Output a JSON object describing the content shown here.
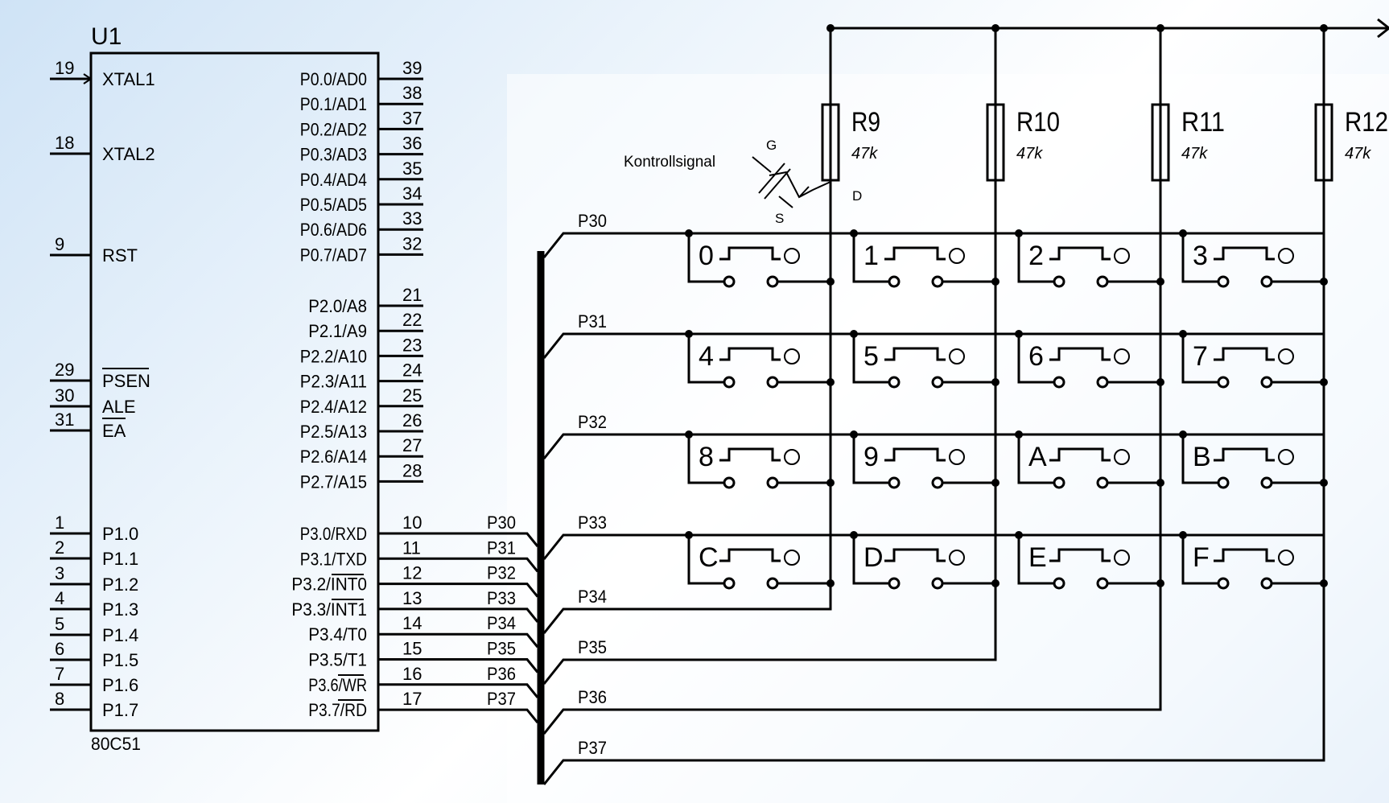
{
  "chip": {
    "name": "U1",
    "part": "80C51",
    "left_pins": [
      {
        "num": "19",
        "label": "XTAL1"
      },
      {
        "num": "18",
        "label": "XTAL2"
      },
      {
        "num": "9",
        "label": "RST"
      },
      {
        "num": "29",
        "label": "PSEN"
      },
      {
        "num": "30",
        "label": "ALE"
      },
      {
        "num": "31",
        "label": "EA"
      },
      {
        "num": "1",
        "label": "P1.0"
      },
      {
        "num": "2",
        "label": "P1.1"
      },
      {
        "num": "3",
        "label": "P1.2"
      },
      {
        "num": "4",
        "label": "P1.3"
      },
      {
        "num": "5",
        "label": "P1.4"
      },
      {
        "num": "6",
        "label": "P1.5"
      },
      {
        "num": "7",
        "label": "P1.6"
      },
      {
        "num": "8",
        "label": "P1.7"
      }
    ],
    "right_pins": [
      {
        "num": "39",
        "label": "P0.0/AD0"
      },
      {
        "num": "38",
        "label": "P0.1/AD1"
      },
      {
        "num": "37",
        "label": "P0.2/AD2"
      },
      {
        "num": "36",
        "label": "P0.3/AD3"
      },
      {
        "num": "35",
        "label": "P0.4/AD4"
      },
      {
        "num": "34",
        "label": "P0.5/AD5"
      },
      {
        "num": "33",
        "label": "P0.6/AD6"
      },
      {
        "num": "32",
        "label": "P0.7/AD7"
      },
      {
        "num": "21",
        "label": "P2.0/A8"
      },
      {
        "num": "22",
        "label": "P2.1/A9"
      },
      {
        "num": "23",
        "label": "P2.2/A10"
      },
      {
        "num": "24",
        "label": "P2.3/A11"
      },
      {
        "num": "25",
        "label": "P2.4/A12"
      },
      {
        "num": "26",
        "label": "P2.5/A13"
      },
      {
        "num": "27",
        "label": "P2.6/A14"
      },
      {
        "num": "28",
        "label": "P2.7/A15"
      },
      {
        "num": "10",
        "label": "P3.0/RXD"
      },
      {
        "num": "11",
        "label": "P3.1/TXD"
      },
      {
        "num": "12",
        "label": "P3.2/INT0"
      },
      {
        "num": "13",
        "label": "P3.3/INT1"
      },
      {
        "num": "14",
        "label": "P3.4/T0"
      },
      {
        "num": "15",
        "label": "P3.5/T1"
      },
      {
        "num": "16",
        "label": "P3.6/WR"
      },
      {
        "num": "17",
        "label": "P3.7/RD"
      }
    ]
  },
  "bus_labels": [
    "P30",
    "P31",
    "P32",
    "P33",
    "P34",
    "P35",
    "P36",
    "P37"
  ],
  "resistors": [
    {
      "name": "R9",
      "value": "47k"
    },
    {
      "name": "R10",
      "value": "47k"
    },
    {
      "name": "R11",
      "value": "47k"
    },
    {
      "name": "R12",
      "value": "47k"
    }
  ],
  "keys": [
    [
      "0",
      "1",
      "2",
      "3"
    ],
    [
      "4",
      "5",
      "6",
      "7"
    ],
    [
      "8",
      "9",
      "A",
      "B"
    ],
    [
      "C",
      "D",
      "E",
      "F"
    ]
  ],
  "transistor": {
    "control_label": "Kontrollsignal",
    "gate": "G",
    "drain": "D",
    "source": "S"
  }
}
